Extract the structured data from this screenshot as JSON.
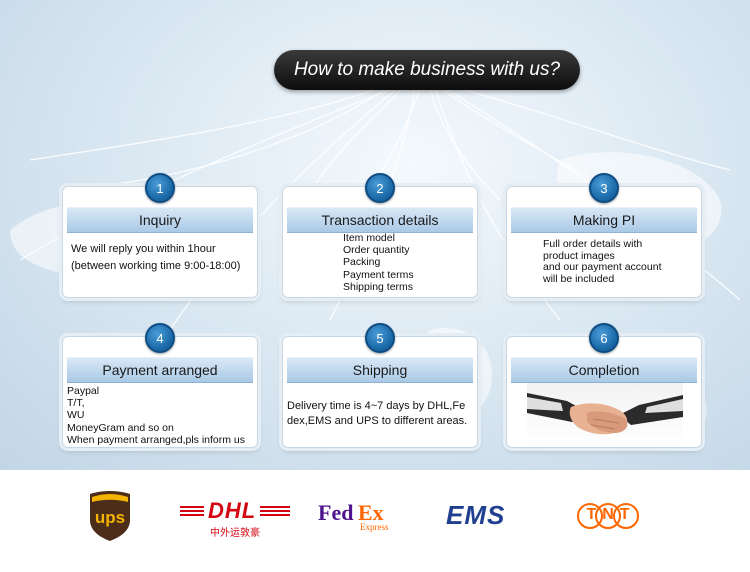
{
  "title": "How to make business with us?",
  "steps": [
    {
      "number": "1",
      "heading": "Inquiry",
      "lines": [
        "We will reply you within 1hour",
        "(between working time 9:00-18:00)"
      ]
    },
    {
      "number": "2",
      "heading": "Transaction details",
      "lines": [
        "Item model",
        "Order quantity",
        "Packing",
        "Payment terms",
        "Shipping terms"
      ]
    },
    {
      "number": "3",
      "heading": "Making PI",
      "lines": [
        "Full order details with",
        "product images",
        "and our payment account",
        "will be included"
      ]
    },
    {
      "number": "4",
      "heading": "Payment arranged",
      "lines": [
        "Paypal",
        "T/T,",
        "WU",
        "MoneyGram and so on",
        "When payment arranged,pls inform us"
      ]
    },
    {
      "number": "5",
      "heading": "Shipping",
      "lines": [
        "Delivery time is 4~7 days by DHL,Fe",
        "dex,EMS and UPS to different areas."
      ]
    },
    {
      "number": "6",
      "heading": "Completion",
      "image": "handshake-image"
    }
  ],
  "logos": {
    "ups": {
      "text": "ups",
      "color": "#f5b400",
      "bg": "#4b2d1a"
    },
    "dhl": {
      "text": "DHL",
      "subtext": "中外运敦豪",
      "color": "#d40511"
    },
    "fedex": {
      "fed": "Fed",
      "ex": "Ex",
      "subtext": "Express",
      "fed_color": "#4d148c",
      "ex_color": "#ff6600"
    },
    "ems": {
      "text": "EMS",
      "color": "#1f3f8f"
    },
    "tnt": {
      "text": "TNT",
      "color": "#ff6600"
    }
  },
  "colors": {
    "accent": "#1d6cab",
    "header_band": "#a9c9e6",
    "title_pill": "#111111"
  }
}
